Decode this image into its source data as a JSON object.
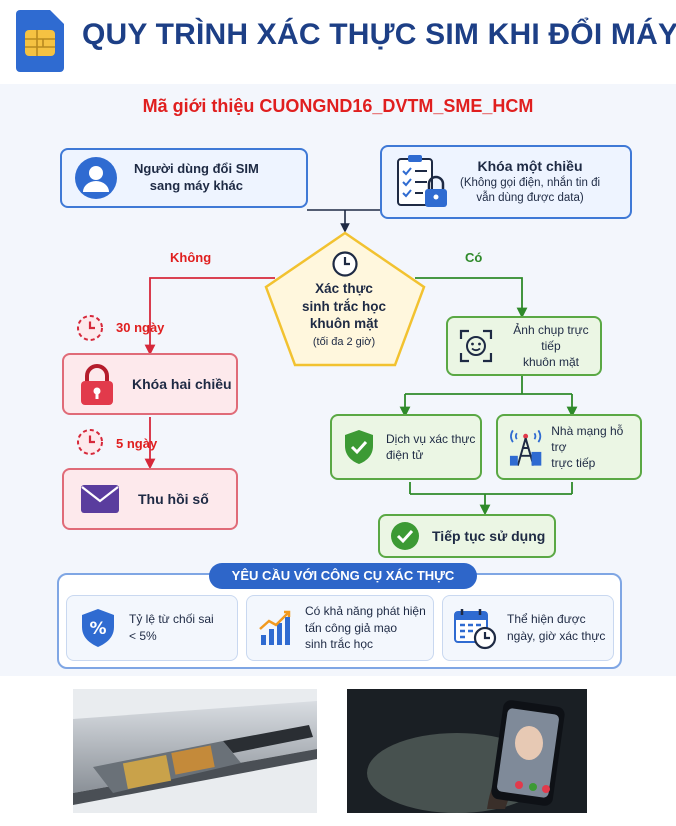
{
  "title": "QUY TRÌNH XÁC THỰC SIM KHI ĐỔI MÁY",
  "referral": "Mã giới thiệu CUONGND16_DVTM_SME_HCM",
  "nodes": {
    "user_change": {
      "line1": "Người dùng đổi SIM",
      "line2": "sang máy khác"
    },
    "one_way_lock": {
      "title": "Khóa một chiều",
      "desc1": "(Không gọi điện, nhắn tin đi",
      "desc2": "vẫn dùng được data)"
    },
    "biometric": {
      "line1": "Xác thực",
      "line2": "sinh trắc học",
      "line3": "khuôn mặt",
      "note": "(tối đa 2 giờ)"
    },
    "two_way_lock": {
      "label": "Khóa hai chiều"
    },
    "revoke": {
      "label": "Thu hồi số"
    },
    "live_photo": {
      "line1": "Ảnh chụp trực tiếp",
      "line2": "khuôn mặt"
    },
    "e_auth": {
      "line1": "Dịch vụ xác thực",
      "line2": "điện tử"
    },
    "carrier": {
      "line1": "Nhà mạng hỗ trợ",
      "line2": "trực tiếp"
    },
    "continue": {
      "label": "Tiếp tục sử dụng"
    }
  },
  "branches": {
    "no": "Không",
    "yes": "Có"
  },
  "timers": {
    "t30": "30 ngày",
    "t5": "5 ngày"
  },
  "requirements": {
    "title": "YÊU CẦU VỚI CÔNG CỤ XÁC THỰC",
    "items": [
      {
        "line1": "Tỷ lệ từ chối sai",
        "line2": "< 5%"
      },
      {
        "line1": "Có khả năng phát hiện",
        "line2": "tấn công giả mạo",
        "line3": "sinh trắc học"
      },
      {
        "line1": "Thể hiện được",
        "line2": "ngày, giờ xác thực"
      }
    ]
  },
  "colors": {
    "title": "#1d3f86",
    "referral": "#e01f1f",
    "blue_border": "#3f79d6",
    "red_border": "#e06b78",
    "green_border": "#5aa844",
    "pentagon_border": "#f2c230"
  },
  "icons": [
    "sim-card-icon",
    "user-icon",
    "checklist-lock-icon",
    "clock-icon",
    "padlock-icon",
    "envelope-icon",
    "face-scan-icon",
    "shield-check-icon",
    "cell-tower-icon",
    "check-circle-icon",
    "percent-shield-icon",
    "growth-chart-icon",
    "calendar-clock-icon"
  ]
}
